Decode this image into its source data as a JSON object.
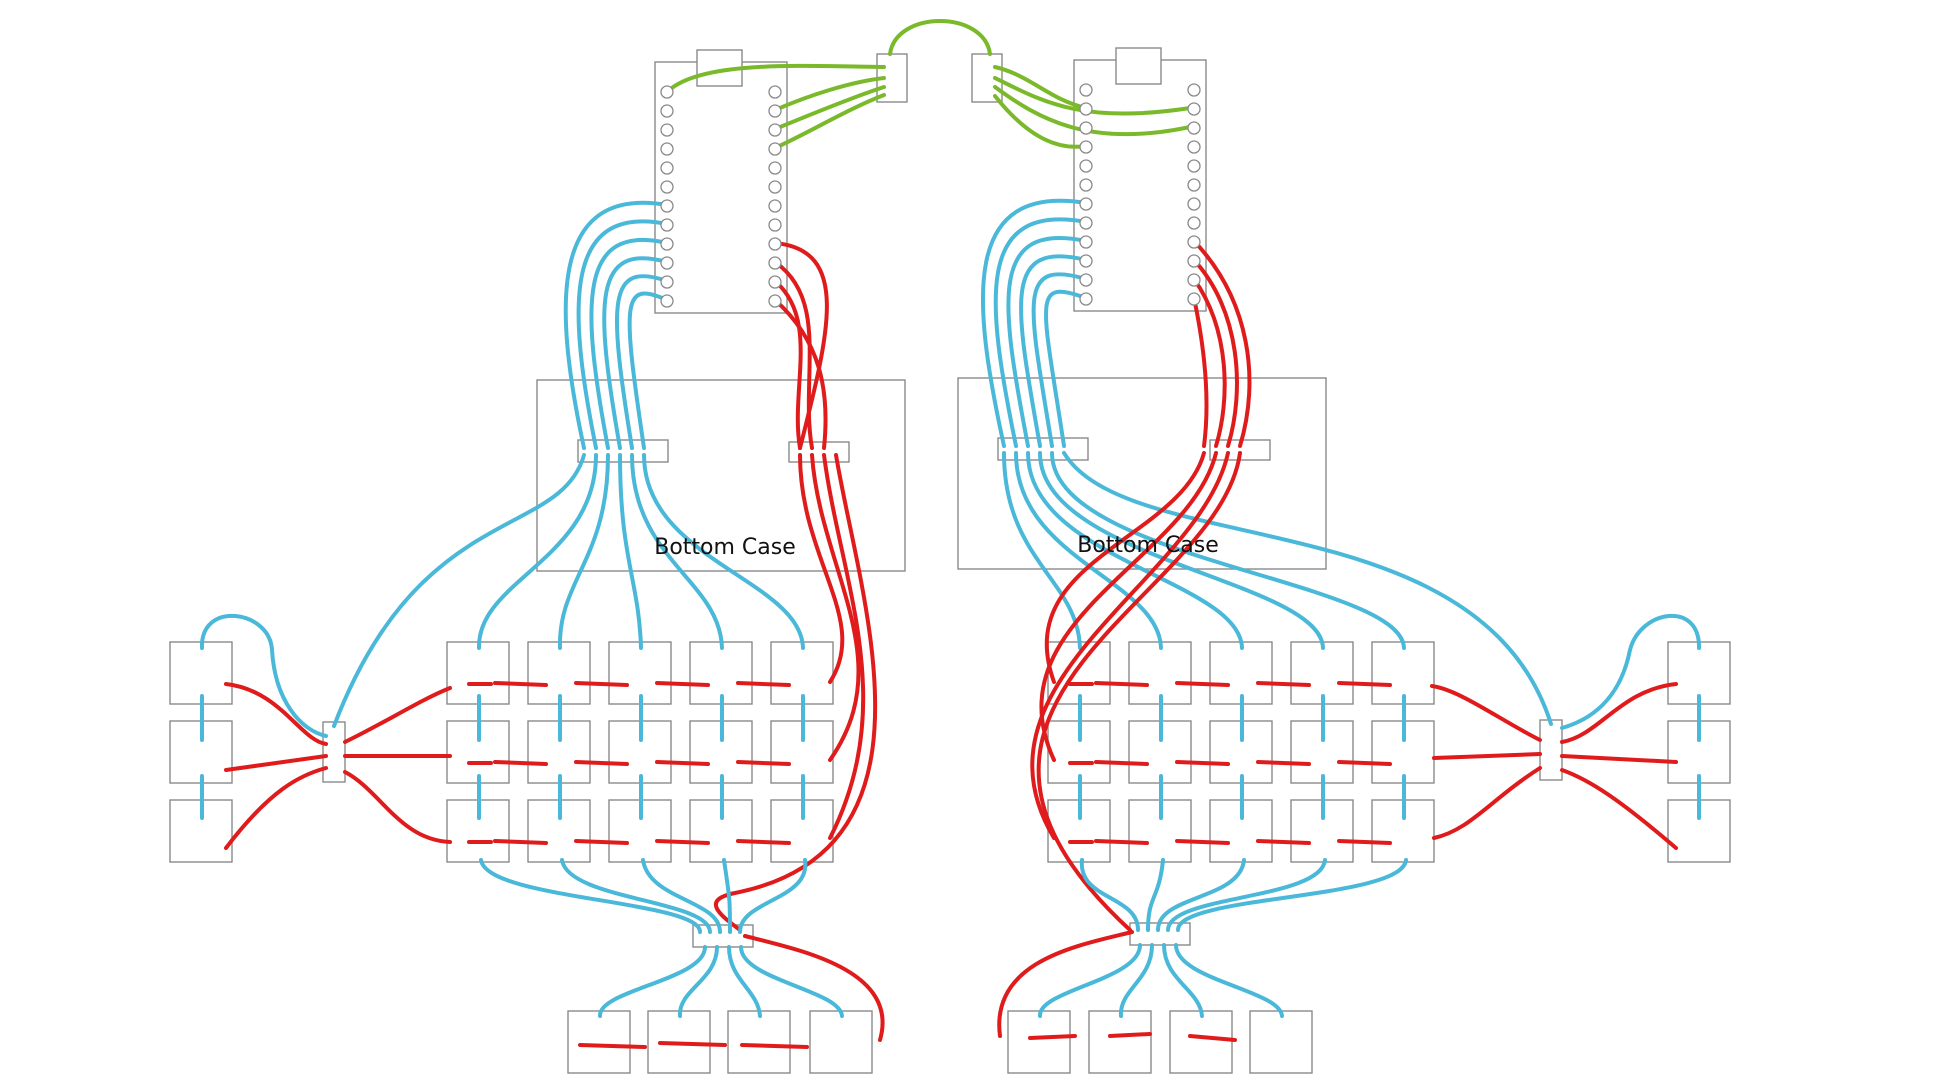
{
  "labels": {
    "left_case": "Bottom Case",
    "right_case": "Bottom Case"
  },
  "colors": {
    "row_wire": "#e01b1b",
    "column_wire": "#4ab8d8",
    "link_wire": "#7aba2a",
    "outline": "#8a8a8a",
    "background": "#ffffff"
  },
  "halves": [
    {
      "side": "left",
      "main_keys": "3 rows x 5 columns",
      "outer_keys": "3 x 1",
      "thumb_keys": "1 x 4",
      "connector_pins": 6
    },
    {
      "side": "right",
      "main_keys": "3 rows x 5 columns",
      "outer_keys": "3 x 1",
      "thumb_keys": "1 x 4",
      "connector_pins": 6
    }
  ]
}
